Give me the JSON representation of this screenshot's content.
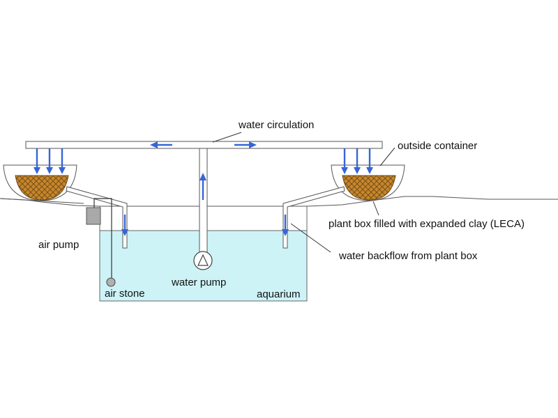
{
  "labels": {
    "water_circulation": "water circulation",
    "outside_container": "outside container",
    "plant_box": "plant box filled with expanded clay (LECA)",
    "water_backflow": "water backflow from plant box",
    "air_pump": "air pump",
    "water_pump": "water pump",
    "air_stone": "air stone",
    "aquarium": "aquarium"
  },
  "colors": {
    "water": "#cdf3f7",
    "arrow": "#3565d8",
    "clay": "#c8862a",
    "clay_mesh": "#6b4a1a",
    "outline": "#555555",
    "air_pump": "#a9a9a9",
    "air_stone": "#b0b0b0"
  },
  "icons": {
    "water_pump": "triangle-in-circle-icon",
    "flow_arrow": "arrow-icon"
  }
}
